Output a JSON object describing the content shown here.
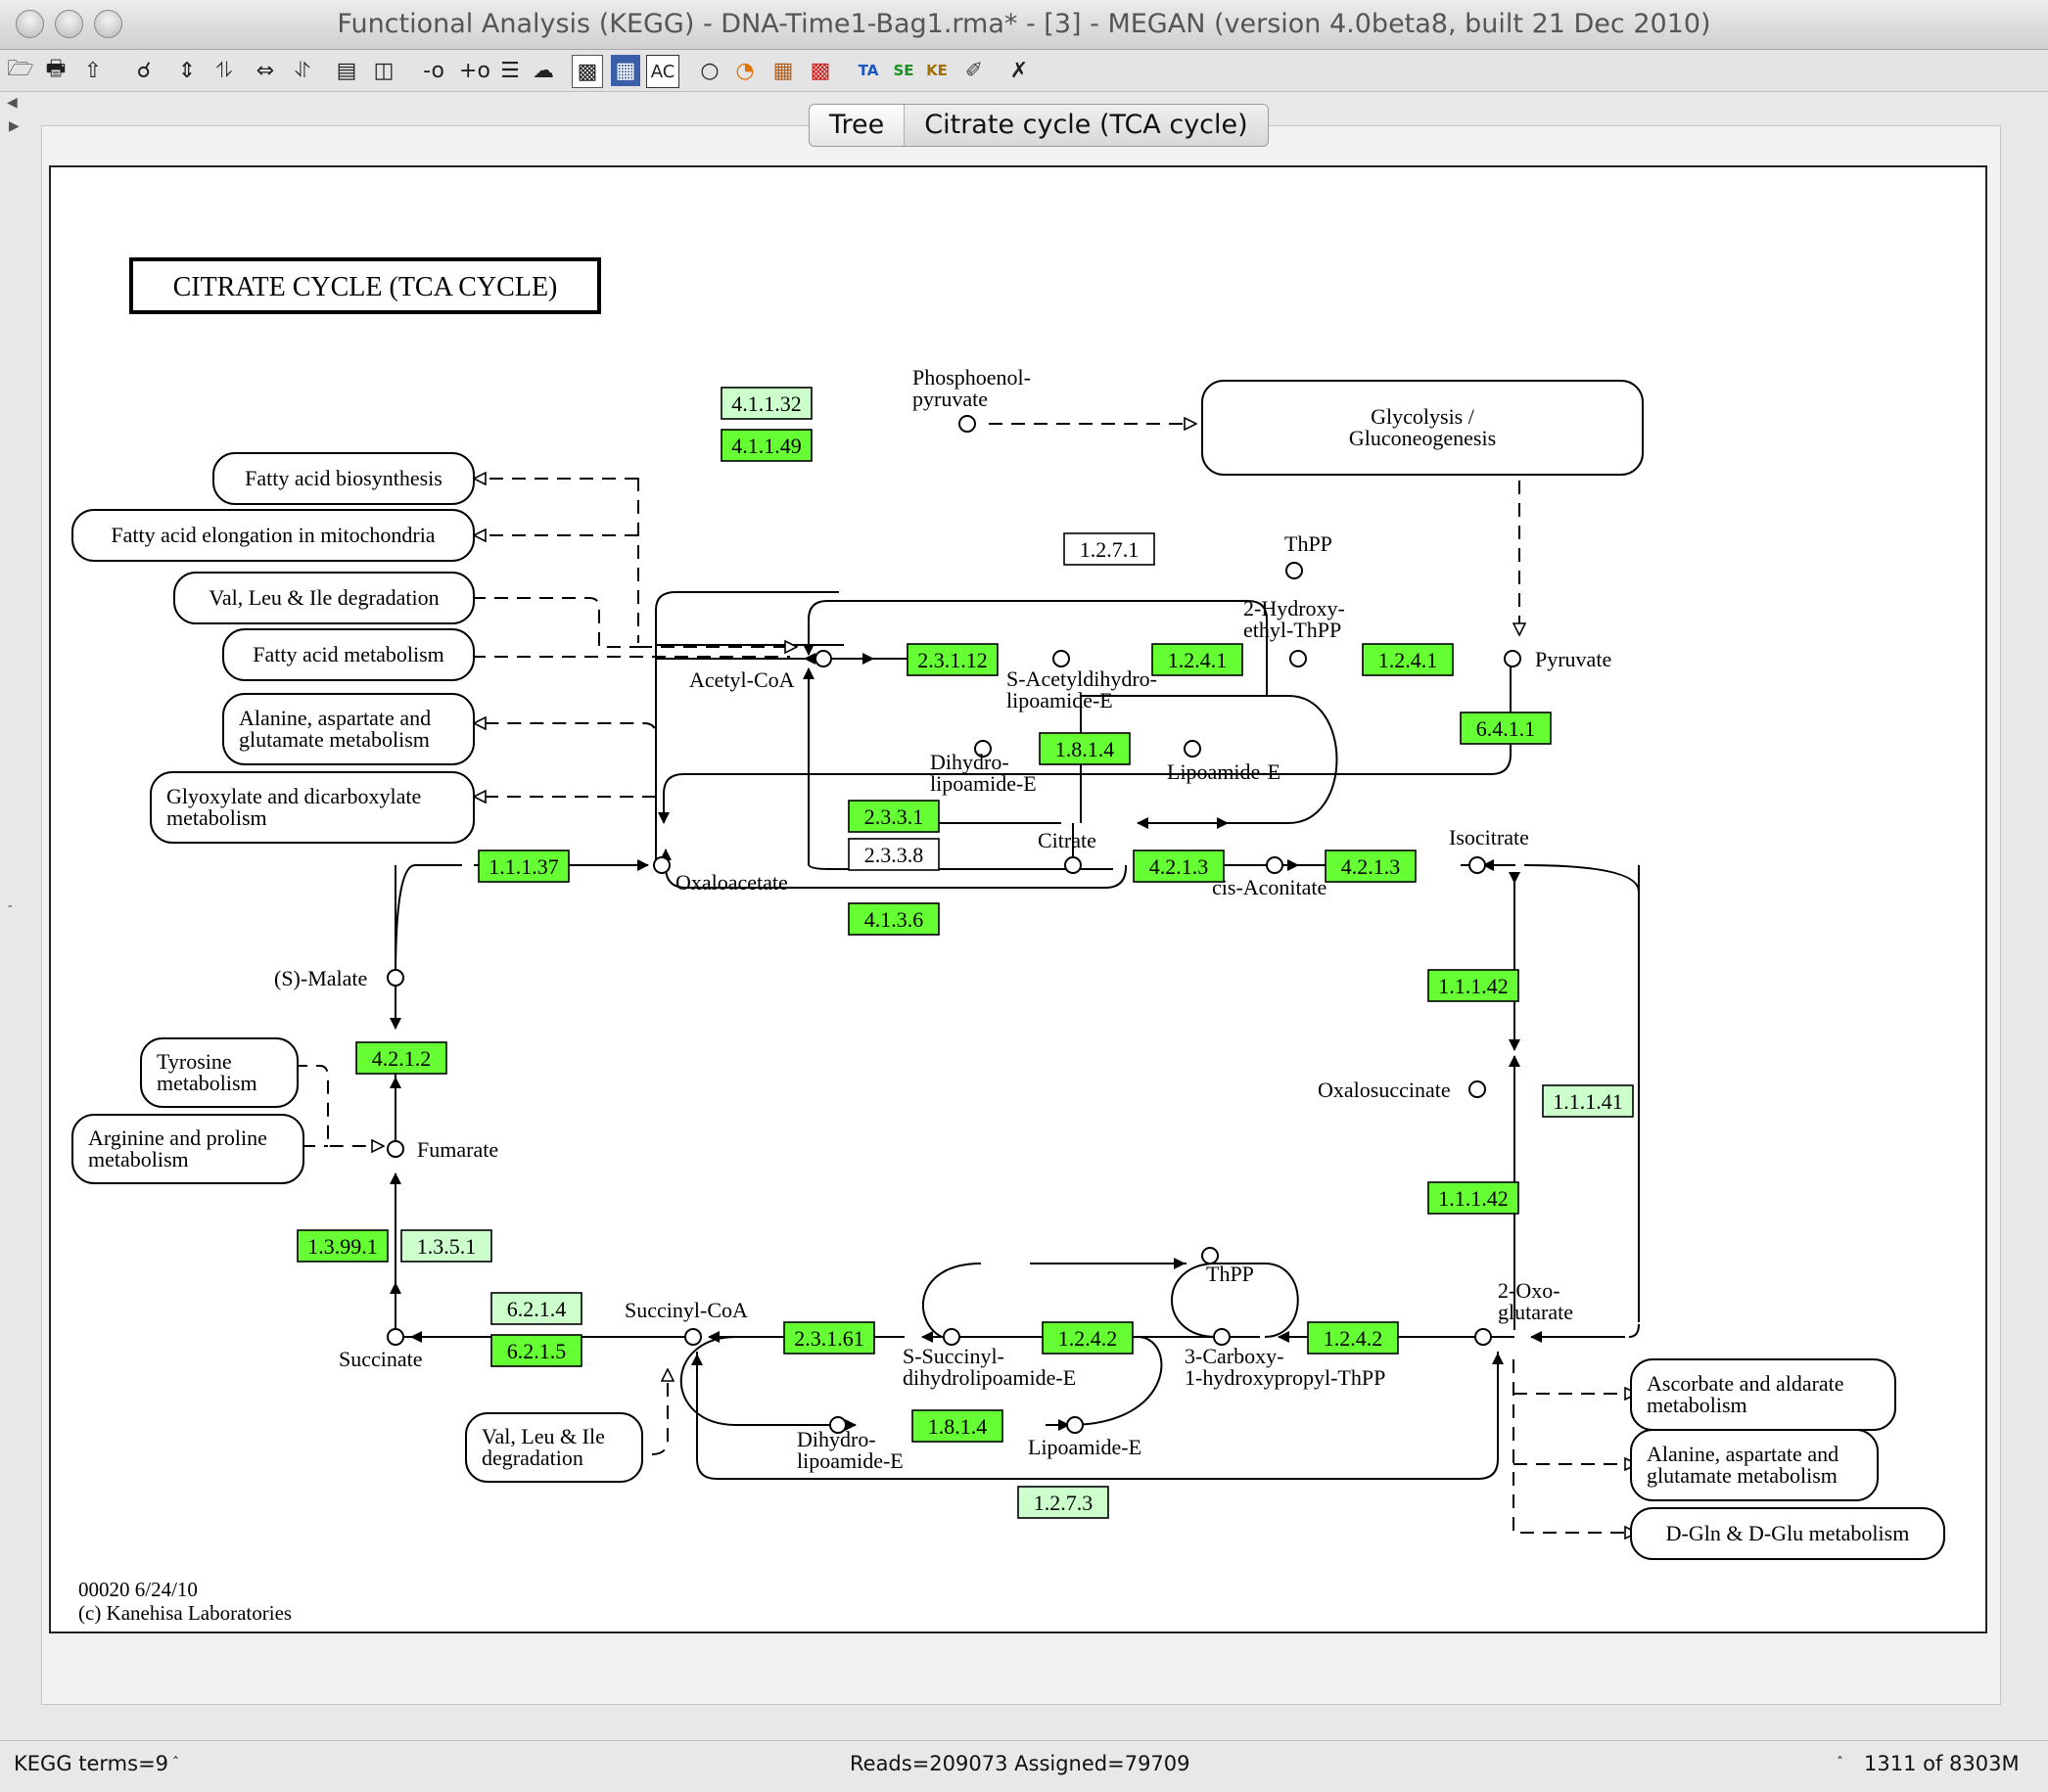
{
  "window": {
    "title": "Functional Analysis (KEGG) - DNA-Time1-Bag1.rma* - [3] - MEGAN (version 4.0beta8, built 21 Dec 2010)"
  },
  "tabs": [
    {
      "label": "Tree",
      "active": false
    },
    {
      "label": "Citrate cycle (TCA cycle)",
      "active": true
    }
  ],
  "map": {
    "title": "CITRATE  CYCLE  (TCA CYCLE)",
    "footer_id": "00020 6/24/10",
    "footer_copyright": "(c) Kanehisa Laboratories",
    "colors": {
      "bright_green": "#66ff33",
      "pale_green": "#ccffcc",
      "white": "#ffffff"
    },
    "enzymes": [
      {
        "id": "e41132",
        "label": "4.1.1.32",
        "fill": "pale"
      },
      {
        "id": "e41149",
        "label": "4.1.1.49",
        "fill": "bright"
      },
      {
        "id": "e1271",
        "label": "1.2.7.1",
        "fill": "white"
      },
      {
        "id": "e23112",
        "label": "2.3.1.12",
        "fill": "bright"
      },
      {
        "id": "e1241a",
        "label": "1.2.4.1",
        "fill": "bright"
      },
      {
        "id": "e1241b",
        "label": "1.2.4.1",
        "fill": "bright"
      },
      {
        "id": "e1814a",
        "label": "1.8.1.4",
        "fill": "bright"
      },
      {
        "id": "e6411",
        "label": "6.4.1.1",
        "fill": "bright"
      },
      {
        "id": "e2331",
        "label": "2.3.3.1",
        "fill": "bright"
      },
      {
        "id": "e2338",
        "label": "2.3.3.8",
        "fill": "white"
      },
      {
        "id": "e4136",
        "label": "4.1.3.6",
        "fill": "bright"
      },
      {
        "id": "e11137",
        "label": "1.1.1.37",
        "fill": "bright"
      },
      {
        "id": "e4213a",
        "label": "4.2.1.3",
        "fill": "bright"
      },
      {
        "id": "e4213b",
        "label": "4.2.1.3",
        "fill": "bright"
      },
      {
        "id": "e11142a",
        "label": "1.1.1.42",
        "fill": "bright"
      },
      {
        "id": "e11142b",
        "label": "1.1.1.42",
        "fill": "bright"
      },
      {
        "id": "e11141",
        "label": "1.1.1.41",
        "fill": "pale"
      },
      {
        "id": "e4212",
        "label": "4.2.1.2",
        "fill": "bright"
      },
      {
        "id": "e13991",
        "label": "1.3.99.1",
        "fill": "bright"
      },
      {
        "id": "e1351",
        "label": "1.3.5.1",
        "fill": "pale"
      },
      {
        "id": "e6214",
        "label": "6.2.1.4",
        "fill": "pale"
      },
      {
        "id": "e6215",
        "label": "6.2.1.5",
        "fill": "bright"
      },
      {
        "id": "e23161",
        "label": "2.3.1.61",
        "fill": "bright"
      },
      {
        "id": "e1242a",
        "label": "1.2.4.2",
        "fill": "bright"
      },
      {
        "id": "e1242b",
        "label": "1.2.4.2",
        "fill": "bright"
      },
      {
        "id": "e1814b",
        "label": "1.8.1.4",
        "fill": "bright"
      },
      {
        "id": "e1273",
        "label": "1.2.7.3",
        "fill": "pale"
      }
    ],
    "pathways": [
      {
        "id": "glycolysis",
        "lines": [
          "Glycolysis /",
          "Gluconeogenesis"
        ]
      },
      {
        "id": "fa-bio",
        "lines": [
          "Fatty acid biosynthesis"
        ]
      },
      {
        "id": "fa-elong",
        "lines": [
          "Fatty acid elongation in mitochondria"
        ]
      },
      {
        "id": "vli1",
        "lines": [
          "Val, Leu & Ile degradation"
        ]
      },
      {
        "id": "fa-met",
        "lines": [
          "Fatty acid metabolism"
        ]
      },
      {
        "id": "ala1",
        "lines": [
          "Alanine, aspartate and",
          "glutamate metabolism"
        ]
      },
      {
        "id": "glyox",
        "lines": [
          "Glyoxylate and dicarboxylate",
          "metabolism"
        ]
      },
      {
        "id": "tyr",
        "lines": [
          "Tyrosine",
          "metabolism"
        ]
      },
      {
        "id": "arg",
        "lines": [
          "Arginine and proline",
          "metabolism"
        ]
      },
      {
        "id": "vli2",
        "lines": [
          "Val, Leu & Ile",
          "degradation"
        ]
      },
      {
        "id": "asc",
        "lines": [
          "Ascorbate and aldarate",
          "metabolism"
        ]
      },
      {
        "id": "ala2",
        "lines": [
          "Alanine, aspartate and",
          "glutamate metabolism"
        ]
      },
      {
        "id": "dgln",
        "lines": [
          "D-Gln & D-Glu metabolism"
        ]
      }
    ],
    "compounds": [
      {
        "id": "pep",
        "lines": [
          "Phosphoenol-",
          "pyruvate"
        ]
      },
      {
        "id": "acetylcoa",
        "lines": [
          "Acetyl-CoA"
        ]
      },
      {
        "id": "pyruvate",
        "lines": [
          "Pyruvate"
        ]
      },
      {
        "id": "thpp1",
        "lines": [
          "ThPP"
        ]
      },
      {
        "id": "hydroxyethyl",
        "lines": [
          "2-Hydroxy-",
          "ethyl-ThPP"
        ]
      },
      {
        "id": "sacetyl",
        "lines": [
          "S-Acetyldihydro-",
          "lipoamide-E"
        ]
      },
      {
        "id": "dihydro1",
        "lines": [
          "Dihydro-",
          "lipoamide-E"
        ]
      },
      {
        "id": "lipo1",
        "lines": [
          "Lipoamide-E"
        ]
      },
      {
        "id": "oxaloacetate",
        "lines": [
          "Oxaloacetate"
        ]
      },
      {
        "id": "citrate",
        "lines": [
          "Citrate"
        ]
      },
      {
        "id": "cisacon",
        "lines": [
          "cis-Aconitate"
        ]
      },
      {
        "id": "isocitrate",
        "lines": [
          "Isocitrate"
        ]
      },
      {
        "id": "malate",
        "lines": [
          "(S)-Malate"
        ]
      },
      {
        "id": "fumarate",
        "lines": [
          "Fumarate"
        ]
      },
      {
        "id": "oxalosucc",
        "lines": [
          "Oxalosuccinate"
        ]
      },
      {
        "id": "succinate",
        "lines": [
          "Succinate"
        ]
      },
      {
        "id": "succoa",
        "lines": [
          "Succinyl-CoA"
        ]
      },
      {
        "id": "ssucc",
        "lines": [
          "S-Succinyl-",
          "dihydrolipoamide-E"
        ]
      },
      {
        "id": "thpp2",
        "lines": [
          "ThPP"
        ]
      },
      {
        "id": "carboxy",
        "lines": [
          "3-Carboxy-",
          "1-hydroxypropyl-ThPP"
        ]
      },
      {
        "id": "oxoglut",
        "lines": [
          "2-Oxo-",
          "glutarate"
        ]
      },
      {
        "id": "dihydro2",
        "lines": [
          "Dihydro-",
          "lipoamide-E"
        ]
      },
      {
        "id": "lipo2",
        "lines": [
          "Lipoamide-E"
        ]
      }
    ]
  },
  "status": {
    "left": "KEGG terms=9",
    "center": "Reads=209073 Assigned=79709",
    "right": "1311 of 8303M"
  }
}
